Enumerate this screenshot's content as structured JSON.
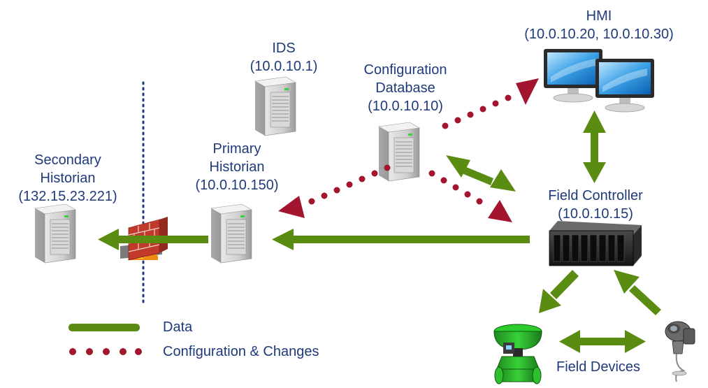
{
  "nodes": {
    "ids": {
      "name": "IDS",
      "ip": "(10.0.10.1)"
    },
    "config_db": {
      "name_line1": "Configuration",
      "name_line2": "Database",
      "ip": "(10.0.10.10)"
    },
    "hmi": {
      "name": "HMI",
      "ip": "(10.0.10.20, 10.0.10.30)"
    },
    "primary_historian": {
      "name_line1": "Primary",
      "name_line2": "Historian",
      "ip": "(10.0.10.150)"
    },
    "secondary_historian": {
      "name_line1": "Secondary",
      "name_line2": "Historian",
      "ip": "(132.15.23.221)"
    },
    "field_controller": {
      "name": "Field Controller",
      "ip": "(10.0.10.15)"
    },
    "field_devices": {
      "name": "Field Devices"
    }
  },
  "legend": {
    "data_label": "Data",
    "config_label": "Configuration & Changes"
  },
  "colors": {
    "data_green": "#5b8c12",
    "config_red": "#a3142e",
    "label_blue": "#1f3a7a",
    "boundary_navy": "#1f3a7a"
  }
}
